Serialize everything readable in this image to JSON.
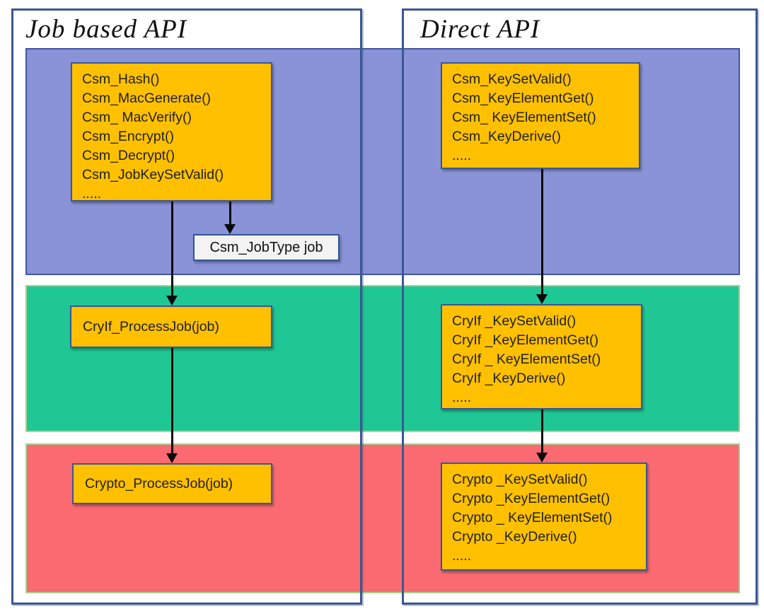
{
  "diagram": {
    "job_column_title": "Job based API",
    "direct_column_title": "Direct API",
    "boxes": {
      "csm_job": {
        "lines": [
          "Csm_Hash()",
          "Csm_MacGenerate()",
          "Csm_ MacVerify()",
          "Csm_Encrypt()",
          "Csm_Decrypt()",
          "Csm_JobKeySetValid()",
          "....."
        ]
      },
      "csm_direct": {
        "lines": [
          "Csm_KeySetValid()",
          "Csm_KeyElementGet()",
          "Csm_ KeyElementSet()",
          "Csm_KeyDerive()",
          "....."
        ]
      },
      "job_param": {
        "label": "Csm_JobType job"
      },
      "cryif_job": {
        "label": "CryIf_ProcessJob(job)"
      },
      "cryif_direct": {
        "lines": [
          "CryIf _KeySetValid()",
          "CryIf _KeyElementGet()",
          "CryIf _ KeyElementSet()",
          "CryIf _KeyDerive()",
          "....."
        ]
      },
      "crypto_job": {
        "label": "Crypto_ProcessJob(job)"
      },
      "crypto_direct": {
        "lines": [
          "Crypto _KeySetValid()",
          "Crypto _KeyElementGet()",
          "Crypto _ KeyElementSet()",
          "Crypto _KeyDerive()",
          "....."
        ]
      }
    },
    "colors": {
      "csm_layer_fill": "#8A93D7",
      "csm_layer_border": "#4254A4",
      "cryif_layer_fill": "#1FC795",
      "crypto_layer_fill": "#FA6A70",
      "cryif_crypto_layer_border": "#A9D18E",
      "function_box_fill": "#FFC000",
      "function_box_border": "#3A5795",
      "outer_frame_border": "#3A5795",
      "job_param_fill": "#F3F3F3",
      "arrow_color": "#000000"
    }
  }
}
